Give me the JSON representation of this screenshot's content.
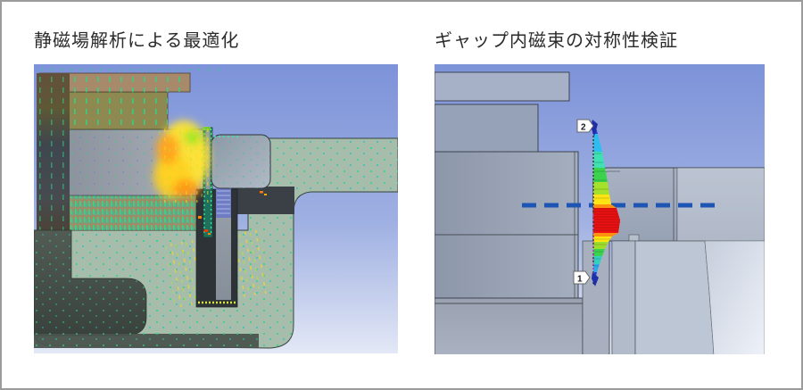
{
  "page": {
    "background": "#ffffff",
    "border_color": "#9b9b9b"
  },
  "figures": {
    "left": {
      "title": "静磁場解析による最適化",
      "palette": {
        "background_top": "#7d93d9",
        "background_bottom": "#e3e8f6",
        "yoke_green": "#a6bdac",
        "top_plate_tan": "#a78a69",
        "magnet_olive": "#8e8950",
        "magnet_band_tan": "#a08b66",
        "pole_gray": "#99a1aa",
        "coil_dark": "#2e3338",
        "vector_green": "#2fd487",
        "hotspot_yellow": "#ffe432",
        "hotspot_orange": "#ff9d1c"
      }
    },
    "right": {
      "title": "ギャップ内磁束の対称性検証",
      "markers": {
        "top": "2",
        "bottom": "1"
      },
      "symmetry_line_color": "#1d55b5",
      "cad_gray": "#9aa4b7",
      "flux_scale": [
        "#2b3cd6",
        "#2fbdf0",
        "#3fe0b2",
        "#3bd24d",
        "#a5e02a",
        "#ffe414",
        "#ff9110",
        "#ee1111",
        "#ff9110",
        "#ffe414",
        "#9fdd2c",
        "#3bd24d",
        "#35cfc0",
        "#2fa9ee",
        "#2b3cd6"
      ]
    }
  }
}
